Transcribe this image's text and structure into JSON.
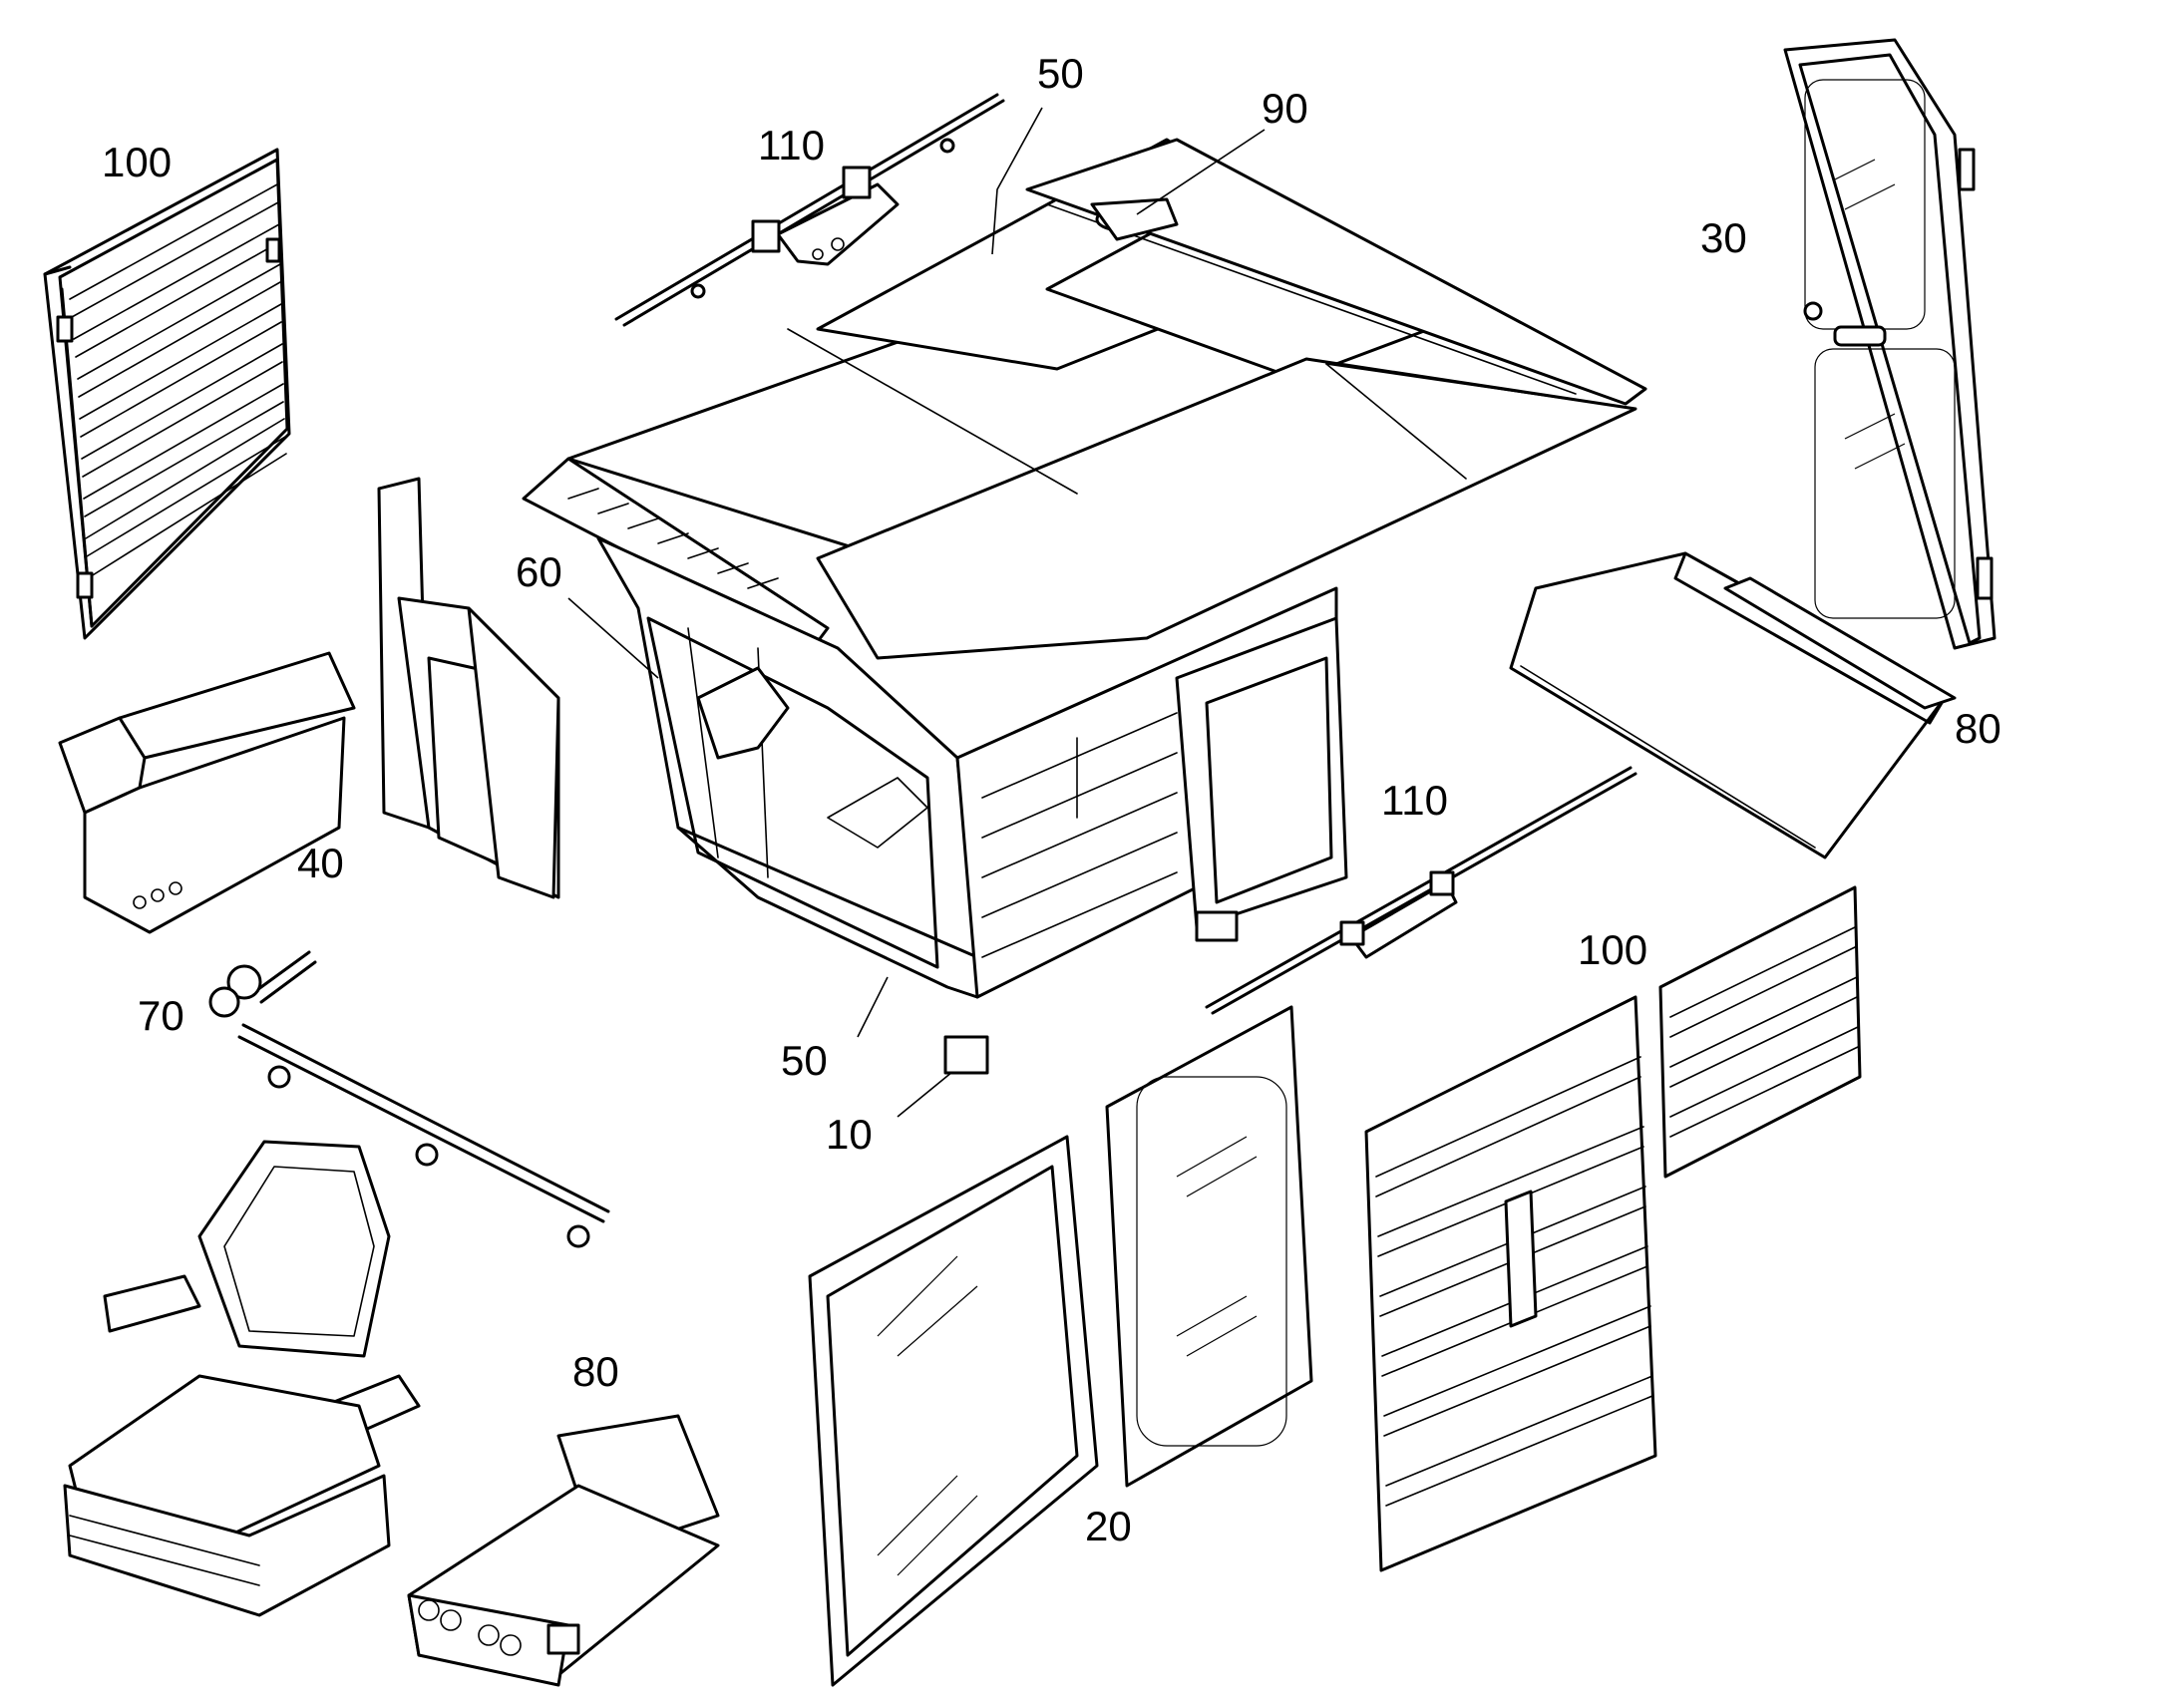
{
  "callouts": {
    "c100_upper_left": "100",
    "c110_top": "110",
    "c50_top": "50",
    "c90": "90",
    "c30": "30",
    "c80_right": "80",
    "c60": "60",
    "c40": "40",
    "c110_right": "110",
    "c100_right": "100",
    "c70": "70",
    "c50_bottom": "50",
    "c10": "10",
    "c80_bottom": "80",
    "c20": "20"
  },
  "colors": {
    "line": "#000000",
    "background": "#ffffff"
  }
}
